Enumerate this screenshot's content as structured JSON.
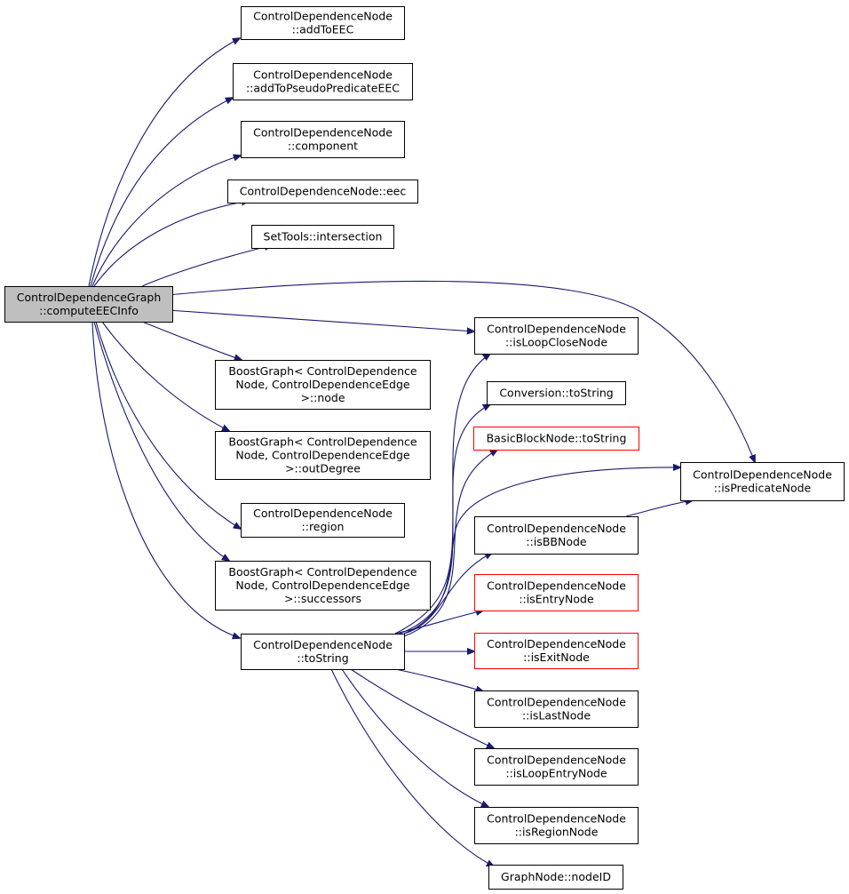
{
  "diagram": {
    "root": {
      "id": "root",
      "lines": [
        "ControlDependenceGraph",
        "::computeEECInfo"
      ]
    },
    "nodes": [
      {
        "id": "addToEEC",
        "lines": [
          "ControlDependenceNode",
          "::addToEEC"
        ],
        "red": false
      },
      {
        "id": "addToPseudoPredicateEEC",
        "lines": [
          "ControlDependenceNode",
          "::addToPseudoPredicateEEC"
        ],
        "red": false
      },
      {
        "id": "component",
        "lines": [
          "ControlDependenceNode",
          "::component"
        ],
        "red": false
      },
      {
        "id": "eec",
        "lines": [
          "ControlDependenceNode::eec"
        ],
        "red": false
      },
      {
        "id": "intersection",
        "lines": [
          "SetTools::intersection"
        ],
        "red": false
      },
      {
        "id": "node",
        "lines": [
          "BoostGraph< ControlDependence",
          "Node, ControlDependenceEdge",
          ">::node"
        ],
        "red": false
      },
      {
        "id": "outDegree",
        "lines": [
          "BoostGraph< ControlDependence",
          "Node, ControlDependenceEdge",
          ">::outDegree"
        ],
        "red": false
      },
      {
        "id": "region",
        "lines": [
          "ControlDependenceNode",
          "::region"
        ],
        "red": false
      },
      {
        "id": "successors",
        "lines": [
          "BoostGraph< ControlDependence",
          "Node, ControlDependenceEdge",
          ">::successors"
        ],
        "red": false
      },
      {
        "id": "toString",
        "lines": [
          "ControlDependenceNode",
          "::toString"
        ],
        "red": false
      },
      {
        "id": "isLoopCloseNode",
        "lines": [
          "ControlDependenceNode",
          "::isLoopCloseNode"
        ],
        "red": false
      },
      {
        "id": "convToString",
        "lines": [
          "Conversion::toString"
        ],
        "red": false
      },
      {
        "id": "bbToString",
        "lines": [
          "BasicBlockNode::toString"
        ],
        "red": true
      },
      {
        "id": "isPredicateNode",
        "lines": [
          "ControlDependenceNode",
          "::isPredicateNode"
        ],
        "red": false
      },
      {
        "id": "isBBNode",
        "lines": [
          "ControlDependenceNode",
          "::isBBNode"
        ],
        "red": false
      },
      {
        "id": "isEntryNode",
        "lines": [
          "ControlDependenceNode",
          "::isEntryNode"
        ],
        "red": true
      },
      {
        "id": "isExitNode",
        "lines": [
          "ControlDependenceNode",
          "::isExitNode"
        ],
        "red": true
      },
      {
        "id": "isLastNode",
        "lines": [
          "ControlDependenceNode",
          "::isLastNode"
        ],
        "red": false
      },
      {
        "id": "isLoopEntryNode",
        "lines": [
          "ControlDependenceNode",
          "::isLoopEntryNode"
        ],
        "red": false
      },
      {
        "id": "isRegionNode",
        "lines": [
          "ControlDependenceNode",
          "::isRegionNode"
        ],
        "red": false
      },
      {
        "id": "nodeID",
        "lines": [
          "GraphNode::nodeID"
        ],
        "red": false
      }
    ],
    "edges": [
      [
        "root",
        "addToEEC"
      ],
      [
        "root",
        "addToPseudoPredicateEEC"
      ],
      [
        "root",
        "component"
      ],
      [
        "root",
        "eec"
      ],
      [
        "root",
        "intersection"
      ],
      [
        "root",
        "isPredicateNode"
      ],
      [
        "root",
        "isLoopCloseNode"
      ],
      [
        "root",
        "node"
      ],
      [
        "root",
        "outDegree"
      ],
      [
        "root",
        "region"
      ],
      [
        "root",
        "successors"
      ],
      [
        "root",
        "toString"
      ],
      [
        "toString",
        "isLoopCloseNode"
      ],
      [
        "toString",
        "convToString"
      ],
      [
        "toString",
        "bbToString"
      ],
      [
        "toString",
        "isPredicateNode"
      ],
      [
        "toString",
        "isBBNode"
      ],
      [
        "toString",
        "isEntryNode"
      ],
      [
        "toString",
        "isExitNode"
      ],
      [
        "toString",
        "isLastNode"
      ],
      [
        "toString",
        "isLoopEntryNode"
      ],
      [
        "toString",
        "isRegionNode"
      ],
      [
        "toString",
        "nodeID"
      ],
      [
        "isBBNode",
        "isPredicateNode"
      ]
    ],
    "colors": {
      "edge": "#191970",
      "root_fill": "#bfbfbf",
      "red_border": "#ff0000"
    }
  }
}
